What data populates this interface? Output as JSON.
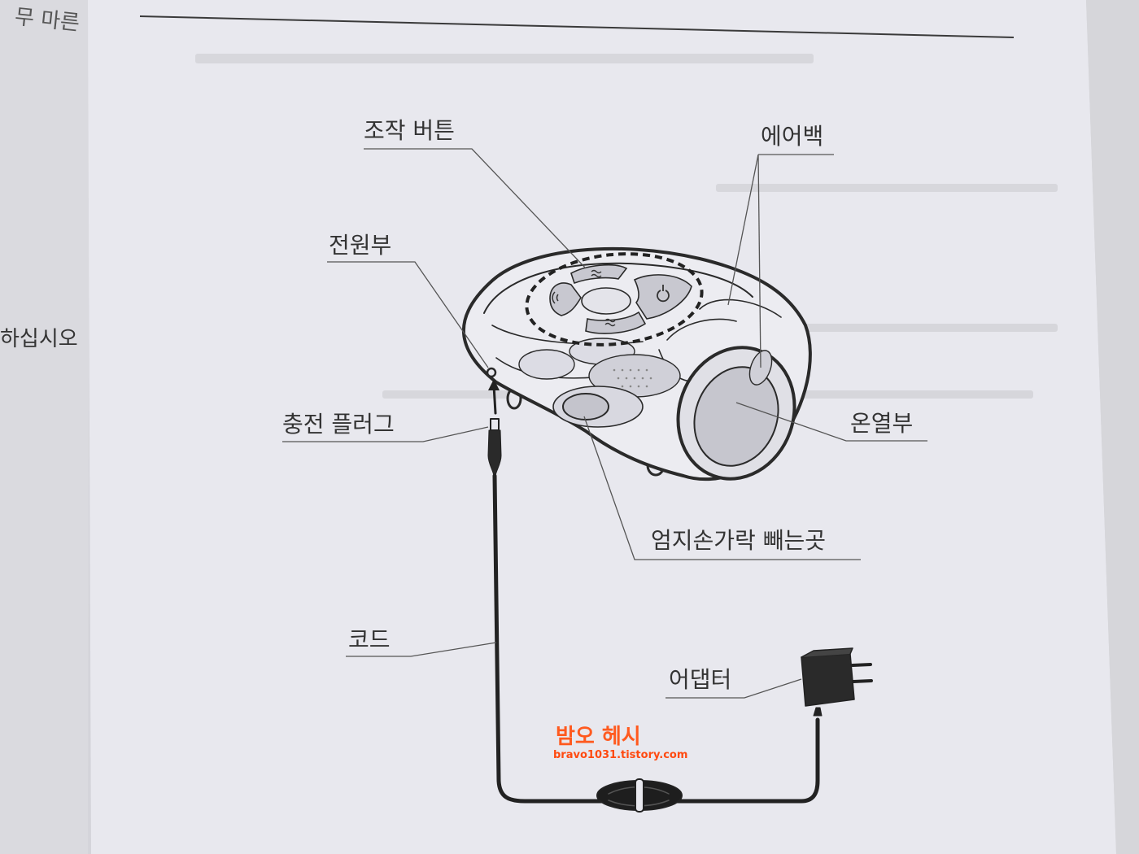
{
  "labels": {
    "control_buttons": "조작 버튼",
    "airbag": "에어백",
    "power": "전원부",
    "charging_plug": "충전 플러그",
    "heating": "온열부",
    "thumb_slot": "엄지손가락 빼는곳",
    "cord": "코드",
    "adapter": "어댑터"
  },
  "left_page_fragments": [
    "무 마른",
    "하십시오"
  ],
  "watermark": {
    "title": "밤오 헤시",
    "url": "bravo1031.tistory.com"
  },
  "colors": {
    "page": "#e8e8ee",
    "ink": "#2a2a2a",
    "watermark": "#ff5a1f"
  },
  "icons": [
    "power-icon",
    "wifi-icon",
    "heat-wave-icon"
  ]
}
